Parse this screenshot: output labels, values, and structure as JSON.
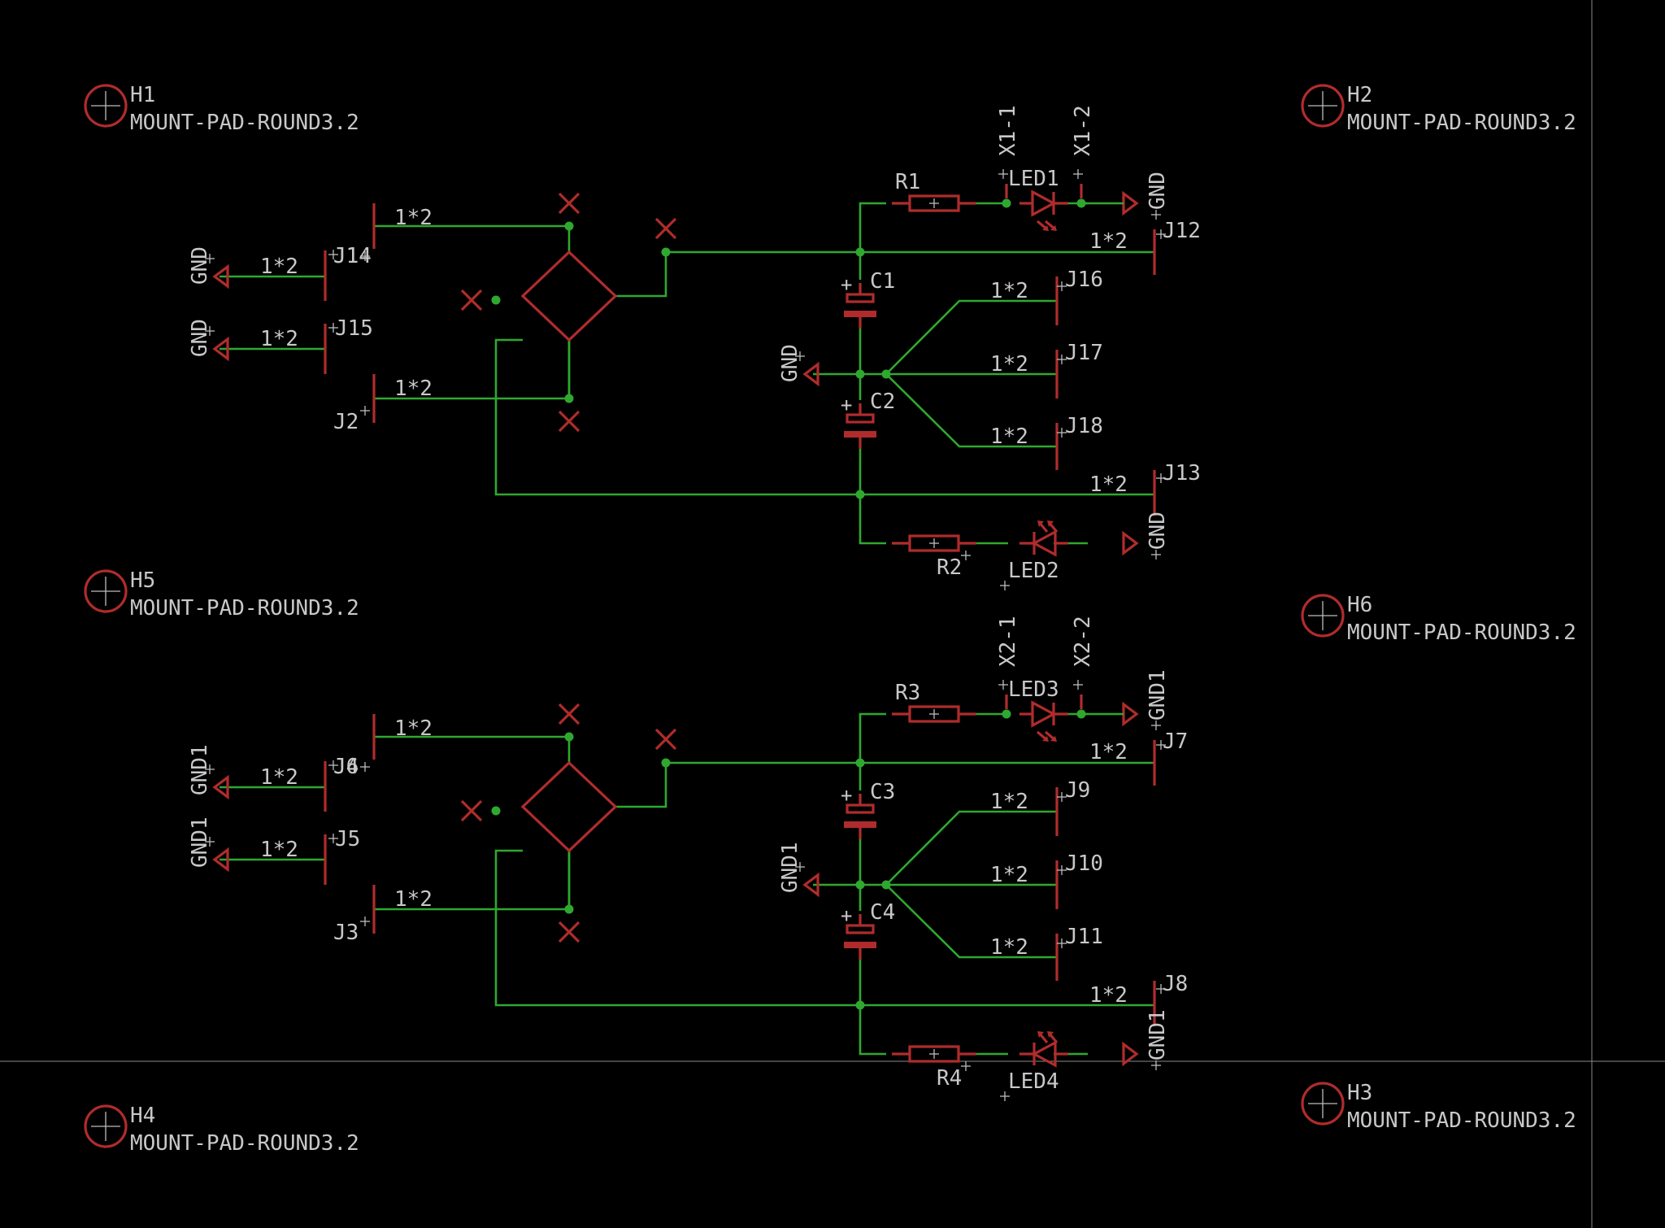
{
  "schematic": {
    "mount_holes": [
      {
        "ref": "H1",
        "value": "MOUNT-PAD-ROUND3.2"
      },
      {
        "ref": "H2",
        "value": "MOUNT-PAD-ROUND3.2"
      },
      {
        "ref": "H5",
        "value": "MOUNT-PAD-ROUND3.2"
      },
      {
        "ref": "H6",
        "value": "MOUNT-PAD-ROUND3.2"
      },
      {
        "ref": "H4",
        "value": "MOUNT-PAD-ROUND3.2"
      },
      {
        "ref": "H3",
        "value": "MOUNT-PAD-ROUND3.2"
      }
    ],
    "blocks": [
      {
        "conn_value": "1*2",
        "input_refs": [
          "J1",
          "J14",
          "J15",
          "J2"
        ],
        "gnd": "GND",
        "resistors": [
          "R1",
          "R2"
        ],
        "leds": [
          "LED1",
          "LED2"
        ],
        "caps": [
          "C1",
          "C2"
        ],
        "test_points": [
          "X1-1",
          "X1-2"
        ],
        "out_refs": [
          "J12",
          "J13",
          "J16",
          "J17",
          "J18"
        ]
      },
      {
        "conn_value": "1*2",
        "input_refs": [
          "J4",
          "J6",
          "J5",
          "J3"
        ],
        "gnd": "GND1",
        "resistors": [
          "R3",
          "R4"
        ],
        "leds": [
          "LED3",
          "LED4"
        ],
        "caps": [
          "C3",
          "C4"
        ],
        "test_points": [
          "X2-1",
          "X2-2"
        ],
        "out_refs": [
          "J7",
          "J8",
          "J9",
          "J10",
          "J11"
        ]
      }
    ]
  },
  "colors": {
    "background": "#000000",
    "wire": "#2fa82f",
    "part": "#b02c2c",
    "text": "#c8c8c8",
    "grid_line": "#8a8a8a"
  }
}
